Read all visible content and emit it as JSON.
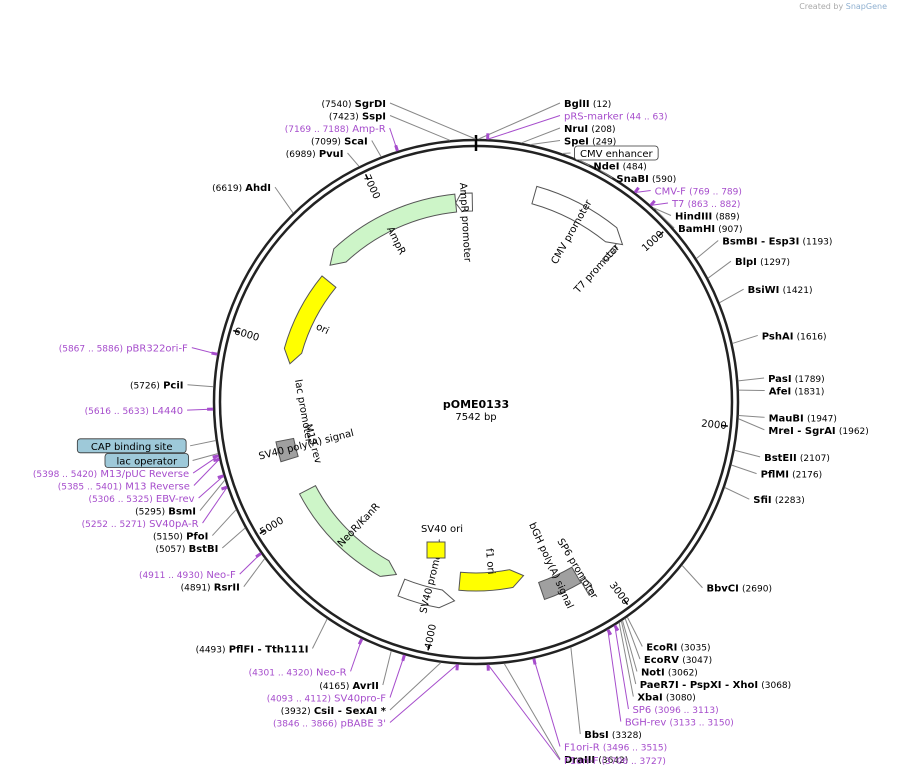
{
  "header": {
    "created_by": "Created by",
    "app": "SnapGene"
  },
  "plasmid": {
    "name": "pOME0133",
    "length": "7542 bp",
    "bp": 7542
  },
  "colors": {
    "enzyme": "#000000",
    "primer": "#a64dcc",
    "feature_green": "#cdf5c8",
    "feature_yellow": "#ffff00",
    "feature_white": "#ffffff",
    "feature_gray": "#a0a0a0"
  },
  "ticks": [
    {
      "label": "1000",
      "pos": 1000
    },
    {
      "label": "2000",
      "pos": 2000
    },
    {
      "label": "3000",
      "pos": 3000
    },
    {
      "label": "4000",
      "pos": 4000
    },
    {
      "label": "5000",
      "pos": 5000
    },
    {
      "label": "6000",
      "pos": 6000
    },
    {
      "label": "7000",
      "pos": 7000
    }
  ],
  "labels": [
    {
      "id": "bglii",
      "kind": "enzyme",
      "pos": 12,
      "name": "BglII",
      "num": "(12)",
      "side": "right"
    },
    {
      "id": "prs",
      "kind": "primer",
      "pos": 53,
      "name": "pRS-marker",
      "num": "(44 .. 63)",
      "side": "right"
    },
    {
      "id": "nrui",
      "kind": "enzyme",
      "pos": 208,
      "name": "NruI",
      "num": "(208)",
      "side": "right"
    },
    {
      "id": "spei",
      "kind": "enzyme",
      "pos": 249,
      "name": "SpeI",
      "num": "(249)",
      "side": "right"
    },
    {
      "id": "cmvenh",
      "kind": "box",
      "pos": 400,
      "name": "CMV enhancer",
      "num": "",
      "side": "right",
      "fill": "#ffffff"
    },
    {
      "id": "ndei",
      "kind": "enzyme",
      "pos": 484,
      "name": "NdeI",
      "num": "(484)",
      "side": "right"
    },
    {
      "id": "snabi",
      "kind": "enzyme",
      "pos": 590,
      "name": "SnaBI",
      "num": "(590)",
      "side": "right"
    },
    {
      "id": "cmvf",
      "kind": "primer",
      "pos": 779,
      "name": "CMV-F",
      "num": "(769 .. 789)",
      "side": "right"
    },
    {
      "id": "t7",
      "kind": "primer",
      "pos": 872,
      "name": "T7",
      "num": "(863 .. 882)",
      "side": "right"
    },
    {
      "id": "hindiii",
      "kind": "enzyme",
      "pos": 889,
      "name": "HindIII",
      "num": "(889)",
      "side": "right"
    },
    {
      "id": "bamhi",
      "kind": "enzyme",
      "pos": 907,
      "name": "BamHI",
      "num": "(907)",
      "side": "right"
    },
    {
      "id": "bsmbi",
      "kind": "enzyme",
      "pos": 1193,
      "name": "BsmBI",
      "extra": "- Esp3I",
      "num": "(1193)",
      "side": "right"
    },
    {
      "id": "blpi",
      "kind": "enzyme",
      "pos": 1297,
      "name": "BlpI",
      "num": "(1297)",
      "side": "right"
    },
    {
      "id": "bsiwi",
      "kind": "enzyme",
      "pos": 1421,
      "name": "BsiWI",
      "num": "(1421)",
      "side": "right"
    },
    {
      "id": "pshai",
      "kind": "enzyme",
      "pos": 1616,
      "name": "PshAI",
      "num": "(1616)",
      "side": "right"
    },
    {
      "id": "pasi",
      "kind": "enzyme",
      "pos": 1789,
      "name": "PasI",
      "num": "(1789)",
      "side": "right"
    },
    {
      "id": "afei",
      "kind": "enzyme",
      "pos": 1831,
      "name": "AfeI",
      "num": "(1831)",
      "side": "right"
    },
    {
      "id": "maubi",
      "kind": "enzyme",
      "pos": 1947,
      "name": "MauBI",
      "num": "(1947)",
      "side": "right"
    },
    {
      "id": "mrei",
      "kind": "enzyme",
      "pos": 1962,
      "name": "MreI",
      "extra": "- SgrAI",
      "num": "(1962)",
      "side": "right"
    },
    {
      "id": "bsteii",
      "kind": "enzyme",
      "pos": 2107,
      "name": "BstEII",
      "num": "(2107)",
      "side": "right"
    },
    {
      "id": "pflmi",
      "kind": "enzyme",
      "pos": 2176,
      "name": "PflMI",
      "num": "(2176)",
      "side": "right"
    },
    {
      "id": "sfii",
      "kind": "enzyme",
      "pos": 2283,
      "name": "SfiI",
      "num": "(2283)",
      "side": "right"
    },
    {
      "id": "bbvci",
      "kind": "enzyme",
      "pos": 2690,
      "name": "BbvCI",
      "num": "(2690)",
      "side": "right"
    },
    {
      "id": "ecori",
      "kind": "enzyme",
      "pos": 3035,
      "name": "EcoRI",
      "num": "(3035)",
      "side": "right"
    },
    {
      "id": "ecorv",
      "kind": "enzyme",
      "pos": 3047,
      "name": "EcoRV",
      "num": "(3047)",
      "side": "right"
    },
    {
      "id": "noti",
      "kind": "enzyme",
      "pos": 3062,
      "name": "NotI",
      "num": "(3062)",
      "side": "right"
    },
    {
      "id": "paer7i",
      "kind": "enzyme",
      "pos": 3068,
      "name": "PaeR7I",
      "extra": "- PspXI - XhoI",
      "num": "(3068)",
      "side": "right"
    },
    {
      "id": "xbai",
      "kind": "enzyme",
      "pos": 3080,
      "name": "XbaI",
      "num": "(3080)",
      "side": "right"
    },
    {
      "id": "sp6",
      "kind": "primer",
      "pos": 3104,
      "name": "SP6",
      "num": "(3096 .. 3113)",
      "side": "right"
    },
    {
      "id": "bghrev",
      "kind": "primer",
      "pos": 3141,
      "name": "BGH-rev",
      "num": "(3133 .. 3150)",
      "side": "right"
    },
    {
      "id": "bbsi",
      "kind": "enzyme",
      "pos": 3328,
      "name": "BbsI",
      "num": "(3328)",
      "side": "right"
    },
    {
      "id": "f1orir",
      "kind": "primer",
      "pos": 3505,
      "name": "F1ori-R",
      "num": "(3496 .. 3515)",
      "side": "right"
    },
    {
      "id": "draiii",
      "kind": "enzyme",
      "pos": 3642,
      "name": "DraIII",
      "num": "(3642)",
      "side": "right"
    },
    {
      "id": "f1orif",
      "kind": "primer",
      "pos": 3716,
      "name": "F1ori-F",
      "num": "(3706 .. 3727)",
      "side": "right"
    },
    {
      "id": "pbabe",
      "kind": "primer",
      "pos": 3856,
      "name": "pBABE 3'",
      "num": "(3846 .. 3866)",
      "side": "left"
    },
    {
      "id": "csii",
      "kind": "enzyme",
      "pos": 3932,
      "name": "CsiI",
      "extra": "- SexAI *",
      "num": "(3932)",
      "side": "left"
    },
    {
      "id": "sv40pro",
      "kind": "primer",
      "pos": 4102,
      "name": "SV40pro-F",
      "num": "(4093 .. 4112)",
      "side": "left"
    },
    {
      "id": "avrii",
      "kind": "enzyme",
      "pos": 4165,
      "name": "AvrII",
      "num": "(4165)",
      "side": "left"
    },
    {
      "id": "neor",
      "kind": "primer",
      "pos": 4310,
      "name": "Neo-R",
      "num": "(4301 .. 4320)",
      "side": "left"
    },
    {
      "id": "pflfi",
      "kind": "enzyme",
      "pos": 4493,
      "name": "PflFI",
      "extra": "- Tth111I",
      "num": "(4493)",
      "side": "left"
    },
    {
      "id": "rsrii",
      "kind": "enzyme",
      "pos": 4891,
      "name": "RsrII",
      "num": "(4891)",
      "side": "left"
    },
    {
      "id": "neof",
      "kind": "primer",
      "pos": 4920,
      "name": "Neo-F",
      "num": "(4911 .. 4930)",
      "side": "left"
    },
    {
      "id": "bstbi",
      "kind": "enzyme",
      "pos": 5057,
      "name": "BstBI",
      "num": "(5057)",
      "side": "left"
    },
    {
      "id": "pfoi",
      "kind": "enzyme",
      "pos": 5150,
      "name": "PfoI",
      "num": "(5150)",
      "side": "left"
    },
    {
      "id": "sv40par",
      "kind": "primer",
      "pos": 5261,
      "name": "SV40pA-R",
      "num": "(5252 .. 5271)",
      "side": "left"
    },
    {
      "id": "bsmi",
      "kind": "enzyme",
      "pos": 5295,
      "name": "BsmI",
      "num": "(5295)",
      "side": "left"
    },
    {
      "id": "ebvrev",
      "kind": "primer",
      "pos": 5315,
      "name": "EBV-rev",
      "num": "(5306 .. 5325)",
      "side": "left"
    },
    {
      "id": "m13rev",
      "kind": "primer",
      "pos": 5393,
      "name": "M13 Reverse",
      "num": "(5385 .. 5401)",
      "side": "left"
    },
    {
      "id": "lacop",
      "kind": "box",
      "pos": 5420,
      "name": "lac operator",
      "num": "",
      "side": "left",
      "fill": "#9ec9d9"
    },
    {
      "id": "m13puc",
      "kind": "primer",
      "pos": 5409,
      "name": "M13/pUC Reverse",
      "num": "(5398 .. 5420)",
      "side": "left"
    },
    {
      "id": "cap",
      "kind": "box",
      "pos": 5480,
      "name": "CAP binding site",
      "num": "",
      "side": "left",
      "fill": "#9ec9d9"
    },
    {
      "id": "l4440",
      "kind": "primer",
      "pos": 5624,
      "name": "L4440",
      "num": "(5616 .. 5633)",
      "side": "left"
    },
    {
      "id": "pcii",
      "kind": "enzyme",
      "pos": 5726,
      "name": "PciI",
      "num": "(5726)",
      "side": "left"
    },
    {
      "id": "pbr322",
      "kind": "primer",
      "pos": 5876,
      "name": "pBR322ori-F",
      "num": "(5867 .. 5886)",
      "side": "left"
    },
    {
      "id": "ahdi",
      "kind": "enzyme",
      "pos": 6619,
      "name": "AhdI",
      "num": "(6619)",
      "side": "left"
    },
    {
      "id": "pvui",
      "kind": "enzyme",
      "pos": 6989,
      "name": "PvuI",
      "num": "(6989)",
      "side": "left"
    },
    {
      "id": "scai",
      "kind": "enzyme",
      "pos": 7099,
      "name": "ScaI",
      "num": "(7099)",
      "side": "left"
    },
    {
      "id": "ampr",
      "kind": "primer",
      "pos": 7178,
      "name": "Amp-R",
      "num": "(7169 .. 7188)",
      "side": "left"
    },
    {
      "id": "sspi",
      "kind": "enzyme",
      "pos": 7423,
      "name": "SspI",
      "num": "(7423)",
      "side": "left"
    },
    {
      "id": "sgrdi",
      "kind": "enzyme",
      "pos": 7540,
      "name": "SgrDI",
      "num": "(7540)",
      "side": "left"
    }
  ],
  "features": [
    {
      "id": "cmvpromoter",
      "name": "CMV promoter",
      "start": 330,
      "end": 900,
      "r": 215,
      "dir": 1,
      "fill": "#ffffff"
    },
    {
      "id": "t7promoter",
      "name": "T7 promoter",
      "start": 870,
      "end": 900,
      "r": 200,
      "dir": 1,
      "fill": "#ffffff"
    },
    {
      "id": "sp6promoter",
      "name": "SP6 promoter",
      "start": 3095,
      "end": 3135,
      "r": 215,
      "dir": -1,
      "fill": "#ffffff"
    },
    {
      "id": "bghpolya",
      "name": "bGH poly(A) signal",
      "start": 3140,
      "end": 3370,
      "r": 200,
      "dir": 0,
      "fill": "#a0a0a0"
    },
    {
      "id": "f1ori",
      "name": "f1 ori",
      "start": 3450,
      "end": 3880,
      "r": 180,
      "dir": -1,
      "fill": "#ffff00"
    },
    {
      "id": "sv40promoter",
      "name": "SV40 promoter",
      "start": 3900,
      "end": 4230,
      "r": 200,
      "dir": -1,
      "fill": "#ffffff"
    },
    {
      "id": "neokanr",
      "name": "NeoR/KanR",
      "start": 4290,
      "end": 5080,
      "r": 190,
      "dir": -1,
      "fill": "#cdf5c8"
    },
    {
      "id": "sv40polya",
      "name": "SV40 poly(A) signal",
      "start": 5300,
      "end": 5420,
      "r": 195,
      "dir": 0,
      "fill": "#a0a0a0"
    },
    {
      "id": "ori",
      "name": "ori",
      "start": 5900,
      "end": 6480,
      "r": 190,
      "dir": -1,
      "fill": "#ffff00"
    },
    {
      "id": "amprfeat",
      "name": "AmpR",
      "start": 6560,
      "end": 7420,
      "r": 200,
      "dir": -1,
      "fill": "#cdf5c8"
    },
    {
      "id": "amprpromoter",
      "name": "AmpR promoter",
      "start": 7420,
      "end": 7520,
      "r": 200,
      "dir": -1,
      "fill": "#ffffff"
    }
  ],
  "inner_labels": {
    "sv40_ori": "SV40 ori",
    "lac_promoter": "lac promoter",
    "m13_rev": "M13 rev"
  }
}
